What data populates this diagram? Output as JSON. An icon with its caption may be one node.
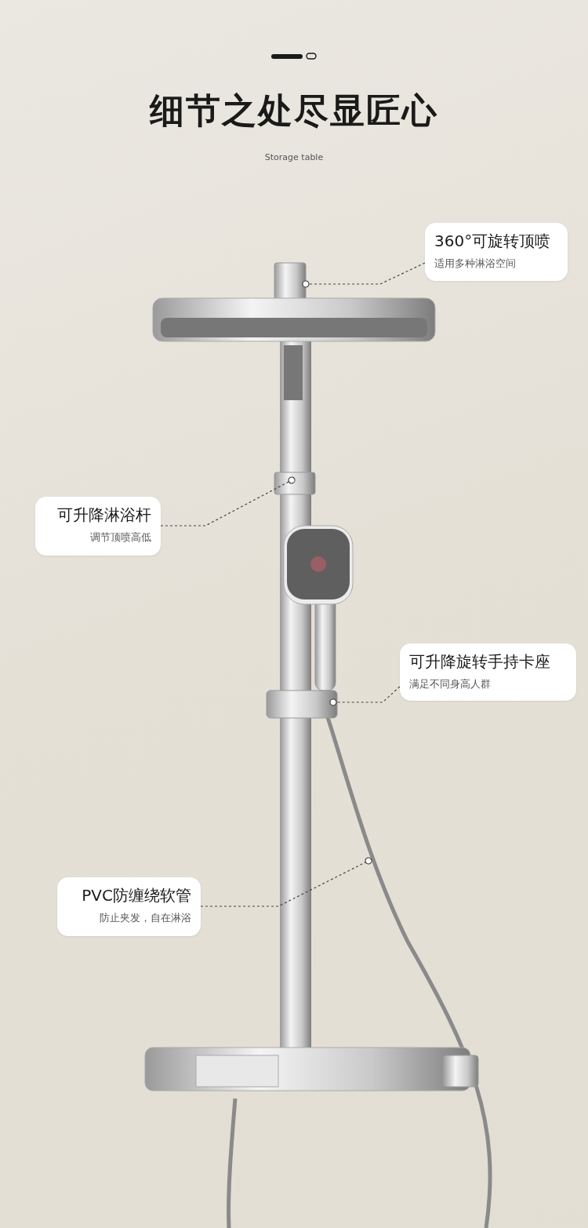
{
  "diagram": {
    "title": "细节之处尽显匠心",
    "nodes": [
      {
        "text": [
          "360°可旋转顶喷",
          "适用多种淋浴空间"
        ]
      },
      {
        "text": [
          "可升降淋浴杆",
          "调节顶喷高低"
        ]
      },
      {
        "text": [
          "可升降旋转手持卡座",
          "满足不同身高人群"
        ]
      },
      {
        "text": [
          "PVC防缠绕软管",
          "防止夹发，自在淋浴"
        ]
      }
    ],
    "edges": [
      {
        "from": 0,
        "to": null,
        "arrow": "other",
        "style": "dashed"
      },
      {
        "from": 1,
        "to": null,
        "arrow": "other",
        "style": "dashed"
      },
      {
        "from": 2,
        "to": null,
        "arrow": "other",
        "style": "dashed"
      },
      {
        "from": 3,
        "to": null,
        "arrow": "other",
        "style": "dashed"
      }
    ],
    "labels": [
      "Storage table"
    ]
  }
}
